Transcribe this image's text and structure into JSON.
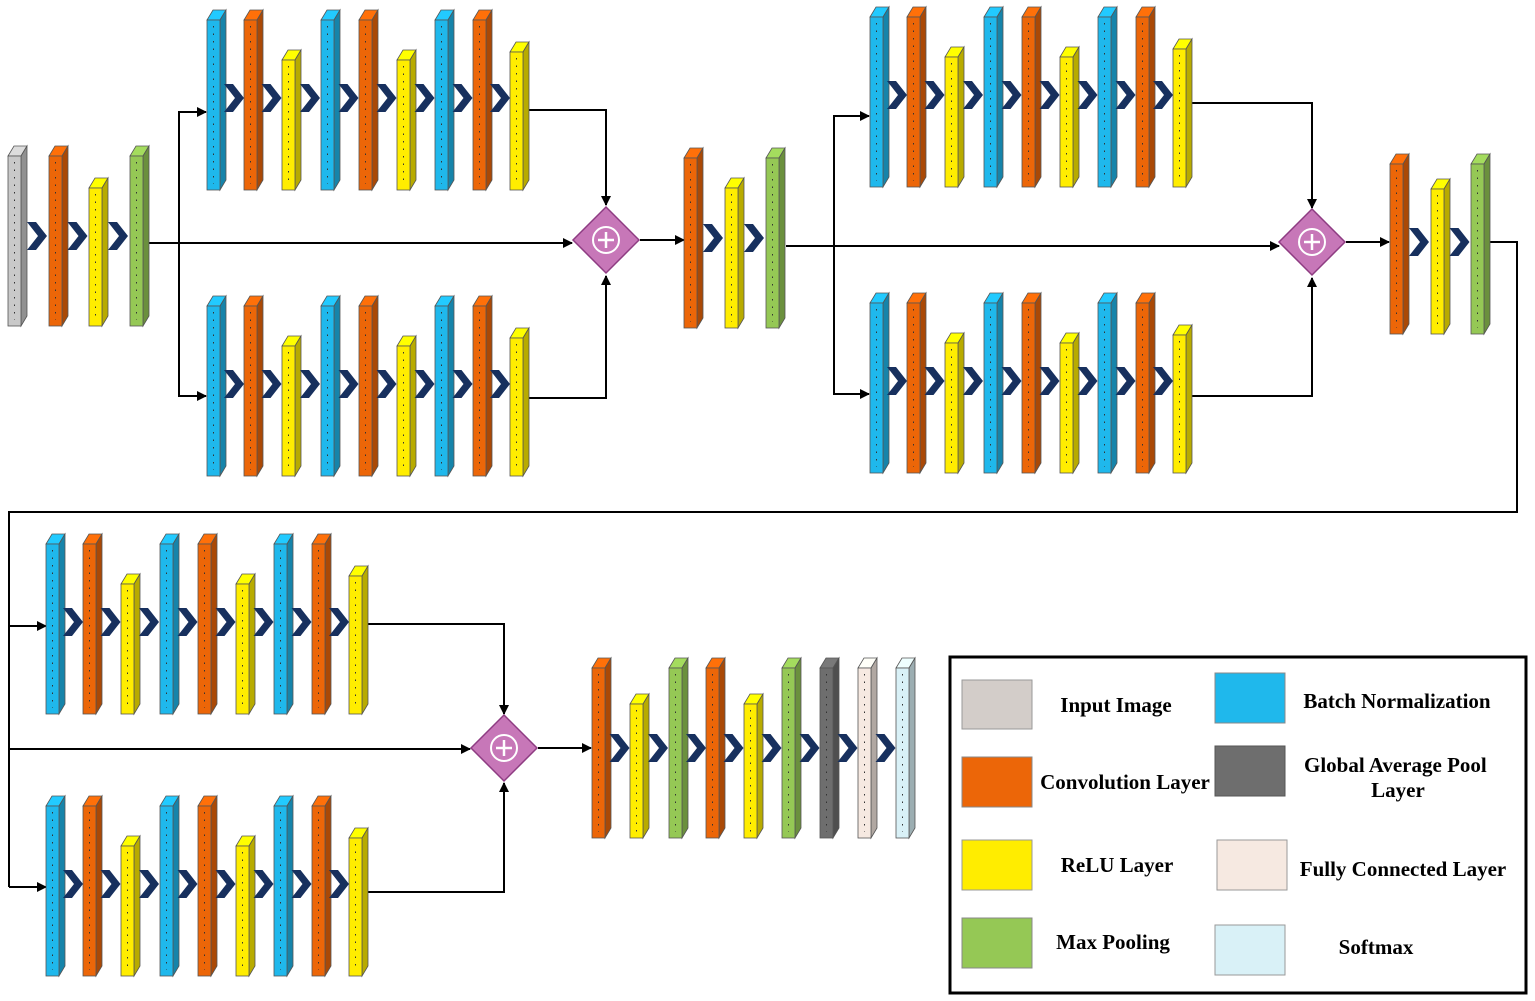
{
  "colors": {
    "input": "#c9c9c9",
    "conv": "#ec6608",
    "relu": "#ffed00",
    "pool": "#95c855",
    "bn": "#1fb8ec",
    "gap": "#6e6e6e",
    "fc": "#f6e9e1",
    "softmax": "#d9f1f7",
    "chevron": "#17305e",
    "add_fill": "#c777b8",
    "add_stroke": "#8e3c82",
    "line": "#000000"
  },
  "branch_sequence": [
    "bn",
    "conv",
    "relu",
    "bn",
    "conv",
    "relu",
    "bn",
    "conv",
    "relu"
  ],
  "stem": [
    "input",
    "conv",
    "relu",
    "pool"
  ],
  "transition_1": [
    "conv",
    "relu",
    "pool"
  ],
  "transition_2": [
    "conv",
    "relu",
    "pool"
  ],
  "head": [
    "conv",
    "relu",
    "pool",
    "conv",
    "relu",
    "pool",
    "gap",
    "fc",
    "softmax"
  ],
  "legend": {
    "items": [
      {
        "key": "input",
        "label": "Input Image"
      },
      {
        "key": "bn",
        "label": "Batch Normalization"
      },
      {
        "key": "conv",
        "label": "Convolution Layer"
      },
      {
        "key": "gap",
        "label": "Global Average Pool Layer",
        "lines": [
          "Global Average Pool",
          "Layer"
        ]
      },
      {
        "key": "relu",
        "label": "ReLU Layer"
      },
      {
        "key": "fc",
        "label": "Fully Connected Layer"
      },
      {
        "key": "pool",
        "label": "Max Pooling"
      },
      {
        "key": "softmax",
        "label": "Softmax"
      }
    ]
  }
}
